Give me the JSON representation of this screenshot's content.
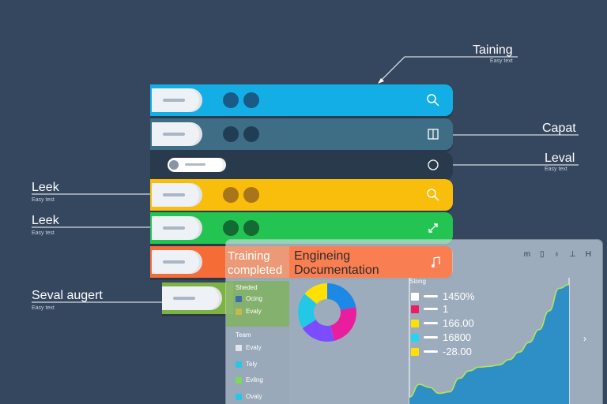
{
  "callouts": {
    "training": {
      "title": "Taining",
      "sub": "Easy text"
    },
    "capat": {
      "title": "Capat",
      "sub": ""
    },
    "leval": {
      "title": "Leval",
      "sub": "Easy text"
    },
    "leek1": {
      "title": "Leek",
      "sub": "Easy test"
    },
    "leek2": {
      "title": "Leek",
      "sub": "Easy test"
    },
    "seval": {
      "title": "Seval augert",
      "sub": "Easy text"
    }
  },
  "layer_icons": [
    "magnifier-icon",
    "book-icon",
    "circle-icon",
    "magnifier-icon",
    "link-icon",
    "music-note-icon"
  ],
  "colors": {
    "background": "#35465f",
    "layer1": "#14aee6",
    "layer2": "#3e6e86",
    "layer3": "#2a3a4d",
    "layer4": "#f9bd0c",
    "layer5": "#23c451",
    "layer6": "#f56c37",
    "layer7": "#7cb342"
  },
  "panel": {
    "header_left": [
      "Training",
      "completed"
    ],
    "header_right": [
      "Engineing",
      "Documentation"
    ],
    "tools": [
      "m",
      "▯",
      "♁",
      "⊥",
      "H"
    ],
    "side_section1_title": "Sheded",
    "side_section1_items": [
      {
        "label": "Ocing",
        "color": "#3a6ea8"
      },
      {
        "label": "Evaly",
        "color": "#c8b848"
      }
    ],
    "side_section2_title": "Team",
    "side_section2_items": [
      {
        "label": "Evaly",
        "color": "#e0e6ec"
      },
      {
        "label": "Tely",
        "color": "#25c7e6"
      },
      {
        "label": "Evilng",
        "color": "#7ed957"
      },
      {
        "label": "Ovaly",
        "color": "#25c7e6"
      }
    ],
    "legend_title": "Stong",
    "legend": [
      {
        "value": "1450%",
        "color": "#ffffff"
      },
      {
        "value": "1",
        "color": "#e91e63"
      },
      {
        "value": "166.00",
        "color": "#ffe000"
      },
      {
        "value": "16800",
        "color": "#25d5f0"
      },
      {
        "value": "-28.00",
        "color": "#ffe000"
      }
    ],
    "chevron": "›"
  },
  "chart_data": [
    {
      "type": "pie",
      "categories": [
        "",
        "",
        "",
        "",
        ""
      ],
      "values": [
        22,
        24,
        20,
        20,
        14
      ],
      "colors": [
        "#1e88e5",
        "#e91e9e",
        "#7c4dff",
        "#25c7e6",
        "#ffe000"
      ],
      "donut": true
    },
    {
      "type": "area",
      "x": [
        0,
        1,
        2,
        3,
        4,
        5,
        6,
        7,
        8,
        9,
        10,
        11,
        12,
        13,
        14,
        15,
        16
      ],
      "values": [
        5,
        22,
        18,
        10,
        12,
        30,
        40,
        45,
        46,
        48,
        55,
        65,
        78,
        95,
        120,
        150,
        155
      ],
      "ylim": [
        0,
        160
      ],
      "fill": "#2e8fc7",
      "stroke": "#b6e35a"
    }
  ]
}
